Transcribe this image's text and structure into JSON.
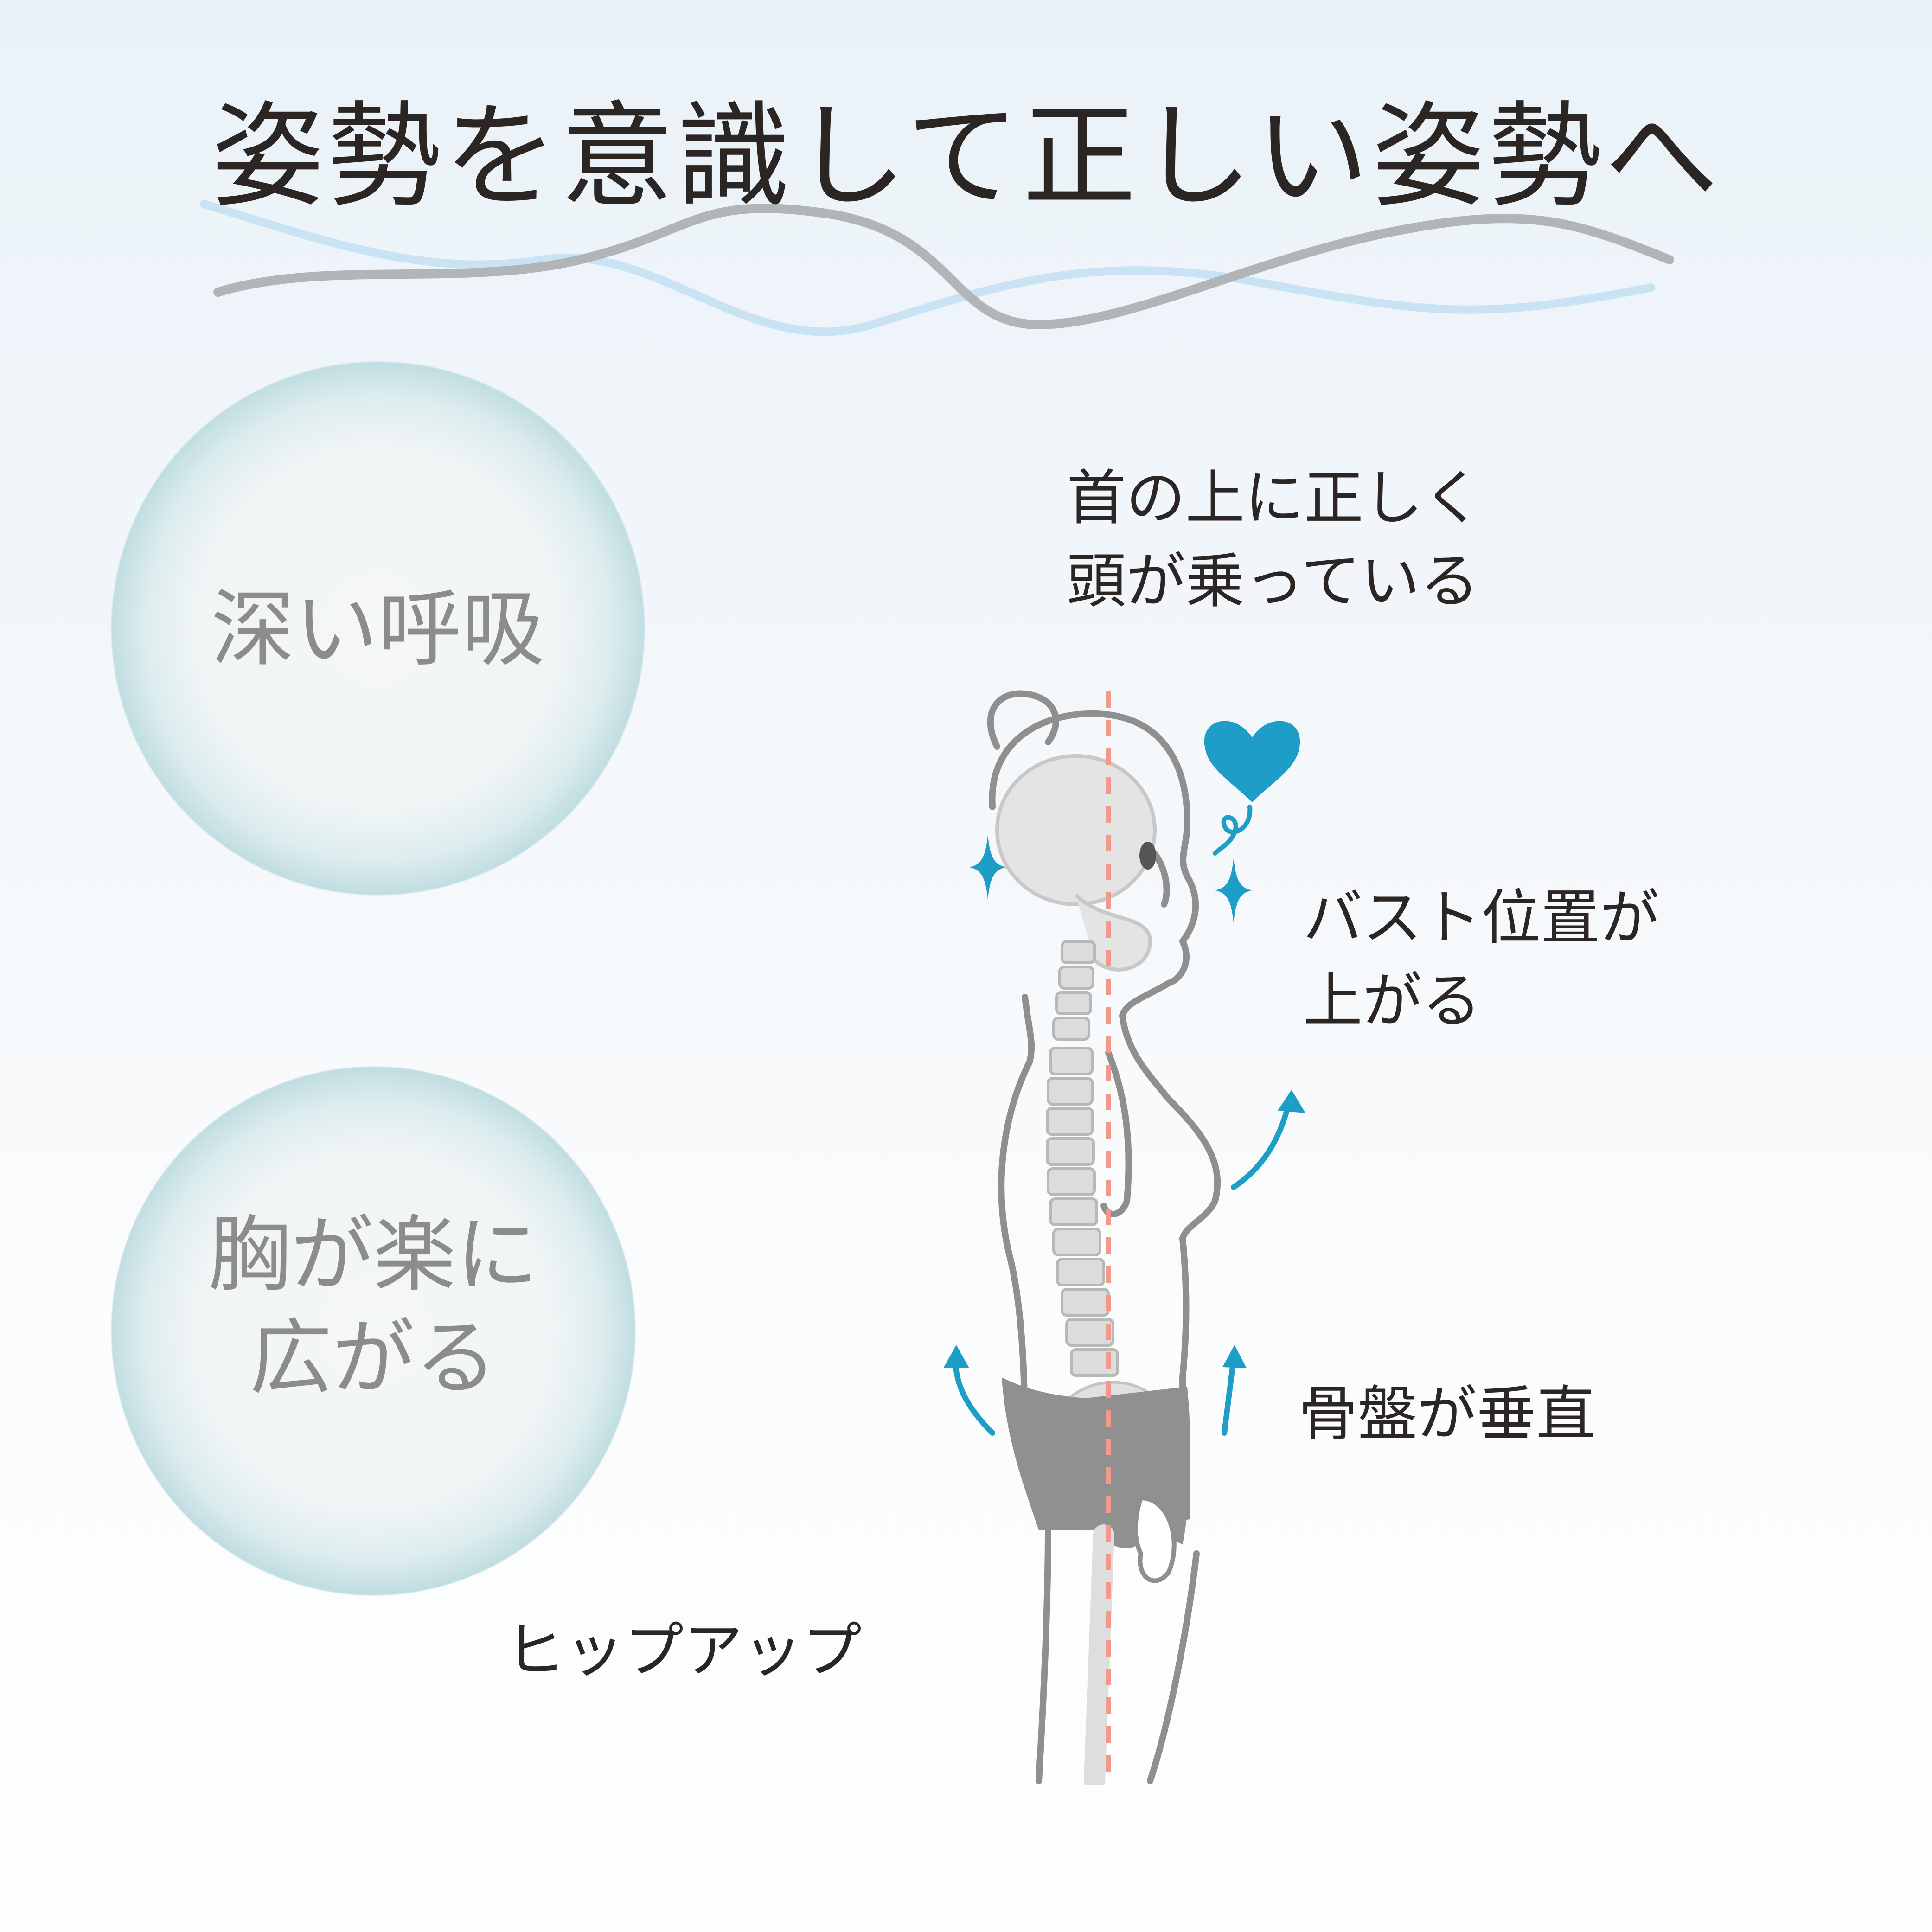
{
  "header": {
    "title": "姿勢を意識して正しい姿勢へ"
  },
  "benefits": [
    {
      "label": "深い呼吸"
    },
    {
      "label_line1": "胸が楽に",
      "label_line2": "広がる"
    }
  ],
  "annotations": {
    "head": {
      "line1": "首の上に正しく",
      "line2": "頭が乗っている"
    },
    "bust": {
      "line1": "バスト位置が",
      "line2": "上がる"
    },
    "pelvis": {
      "line1": "骨盤が垂直"
    },
    "hip": {
      "line1": "ヒップアップ"
    }
  },
  "icons": {
    "heart": "heart-icon",
    "sparkle": "sparkle-icon",
    "arrow": "arrow-up-icon"
  },
  "colors": {
    "text_dark": "#2b2624",
    "text_gray": "#8c8c8c",
    "accent_blue": "#1e9ec6",
    "bubble_teal": "#78b9c2",
    "guideline_red": "#f19a8c",
    "figure_gray": "#8f8f8f",
    "wave_gray": "#a9abad",
    "wave_blue": "#c9e3f5"
  }
}
